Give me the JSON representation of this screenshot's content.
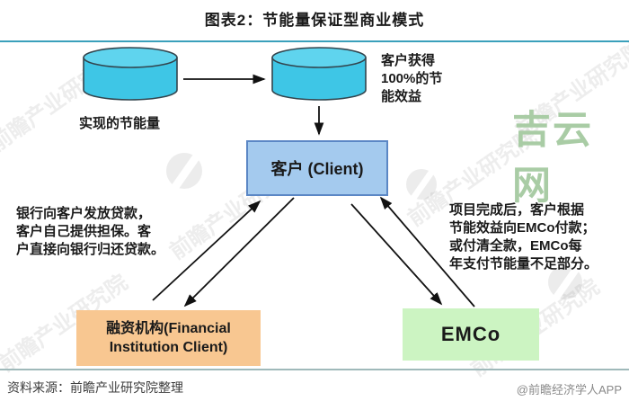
{
  "title": "图表2：节能量保证型商业模式",
  "nodes": {
    "realized_savings_label": "实现的节能量",
    "client_gain_note": "客户获得\n100%的节\n能效益",
    "client_box_label": "客户 (Client)",
    "financial_box_label": "融资机构(Financial\nInstitution Client)",
    "emco_box_label": "EMCo"
  },
  "notes": {
    "left": "银行向客户发放贷款，\n客户自己提供担保。客\n户直接向银行归还贷款。",
    "right": "项目完成后，客户根据\n节能效益向EMCo付款；\n或付清全款，EMCo每\n年支付节能量不足部分。"
  },
  "footer": {
    "source": "资料来源：前瞻产业研究院整理",
    "credit": "@前瞻经济学人APP"
  },
  "watermarks": {
    "diagonal": "前瞻产业研究院",
    "logo": "吉云网"
  },
  "colors": {
    "top_rule": "#3aa0bb",
    "bottom_rule": "#9fb9ba",
    "cylinder_fill": "#3ec6e6",
    "cylinder_top_fill": "#5fd4ee",
    "client_fill": "#a4caee",
    "client_border": "#5b87c5",
    "financial_fill": "#f8c791",
    "emco_fill": "#ccf4c2",
    "site_watermark": "#a9cca5"
  }
}
